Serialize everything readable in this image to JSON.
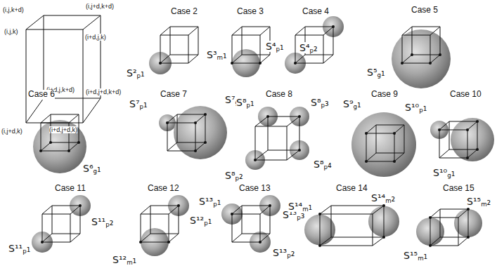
{
  "diagram": {
    "labels": [
      "(i,j,k+d)",
      "(i,j+d,k+d)",
      "(i,j,k)",
      "(i+d,j,k)",
      "(i+d,j,k+d)",
      "(i+d,j+d,k+d)",
      "(i,j+d,k)",
      "(i+d,j+d,k)",
      "Case 2",
      "S²p₁",
      "Case 3",
      "S³m₁",
      "Case 4",
      "S⁴p₁",
      "S⁴p₂",
      "Case 5",
      "S⁵g₁",
      "Case 6",
      "S⁶g₁",
      "Case 7",
      "S⁷p₁",
      "S⁷g₁",
      "Case 8",
      "S⁸p₁",
      "S⁸p₃",
      "S⁸p₂",
      "S⁸p₄",
      "Case 9",
      "S⁹g₁",
      "Case 10",
      "S¹⁰p₁",
      "S¹⁰g₁",
      "Case 11",
      "S¹¹p₁",
      "S¹¹p₂",
      "Case 12",
      "S¹²p₁",
      "S¹²m₁",
      "Case 13",
      "S¹³p₁",
      "S¹³p₃",
      "S¹³p₂",
      "Case 14",
      "S¹⁴m₁",
      "S¹⁴m₂",
      "Case 15",
      "S¹⁵m₁",
      "S¹⁵m₂"
    ]
  }
}
